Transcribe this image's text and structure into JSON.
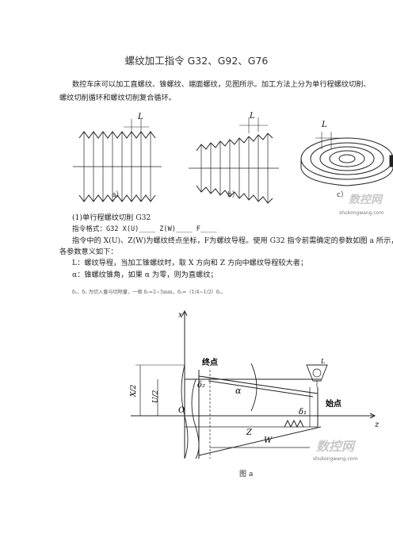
{
  "title": "螺纹加工指令 G32、G92、G76",
  "intro": {
    "line1": "数控车床可以加工直螺纹、锥螺纹、端面螺纹，见图所示。加工方法上分为单行程螺纹切削、",
    "line2": "螺纹切削循环和螺纹切削复合循环。"
  },
  "figure_top": {
    "label_L": "L",
    "caption_a": "a）",
    "caption_b": "b）",
    "caption_c": "c）",
    "watermark_cn": "数控网",
    "watermark_en": "shukongwang.com"
  },
  "section": {
    "heading": "(1)单行程螺纹切削 G32",
    "format": "指令格式：G32 X(U)____ Z(W)____ F____",
    "desc1": "指令中的 X(U)、Z(W)为螺纹终点坐标，F为螺纹导程。使用 G32 指令前需确定的参数如图 a 所示，",
    "desc2": "各参数意义如下：",
    "param_L": "L：螺纹导程，当加工锥螺纹时，取 X 方向和 Z 方向中螺纹导程较大者；",
    "param_alpha": "α：锥螺纹锥角，如果 α 为零，则为直螺纹；",
    "param_delta": "δ₁、δ₂ 为切入量与切除量，一般 δ₁=2~5mm，δ₂=（1/4~1/2）δ₁。"
  },
  "figure_a": {
    "axis_x": "x",
    "axis_z": "z",
    "end_point": "终点",
    "start_point": "始点",
    "label_X2": "X/2",
    "label_U2": "U/2",
    "label_O": "O",
    "label_Z": "Z",
    "label_W": "W",
    "label_alpha": "α",
    "label_delta2": "δ₂",
    "label_delta1": "δ₁",
    "label_L": "L",
    "watermark_cn": "数控网",
    "watermark_en": "shukongwang.com",
    "caption": "图 a"
  }
}
